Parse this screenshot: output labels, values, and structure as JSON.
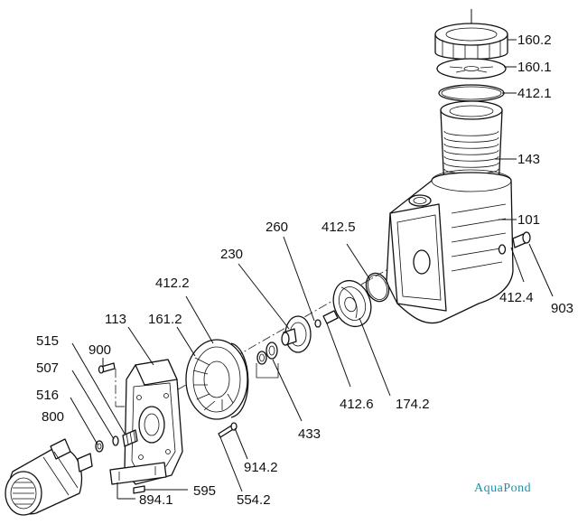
{
  "labels": {
    "l_160_2": "160.2",
    "l_160_1": "160.1",
    "l_412_1": "412.1",
    "l_143": "143",
    "l_101": "101",
    "l_260": "260",
    "l_412_5": "412.5",
    "l_230": "230",
    "l_412_2": "412.2",
    "l_113": "113",
    "l_161_2": "161.2",
    "l_515": "515",
    "l_900": "900",
    "l_507": "507",
    "l_516": "516",
    "l_800": "800",
    "l_412_4": "412.4",
    "l_903": "903",
    "l_412_6": "412.6",
    "l_174_2": "174.2",
    "l_433": "433",
    "l_914_2": "914.2",
    "l_595": "595",
    "l_554_2": "554.2",
    "l_894_1": "894.1"
  },
  "brand": "AquaPond",
  "colors": {
    "ink": "#111111",
    "brand": "#1d8fa6",
    "background": "#ffffff"
  }
}
